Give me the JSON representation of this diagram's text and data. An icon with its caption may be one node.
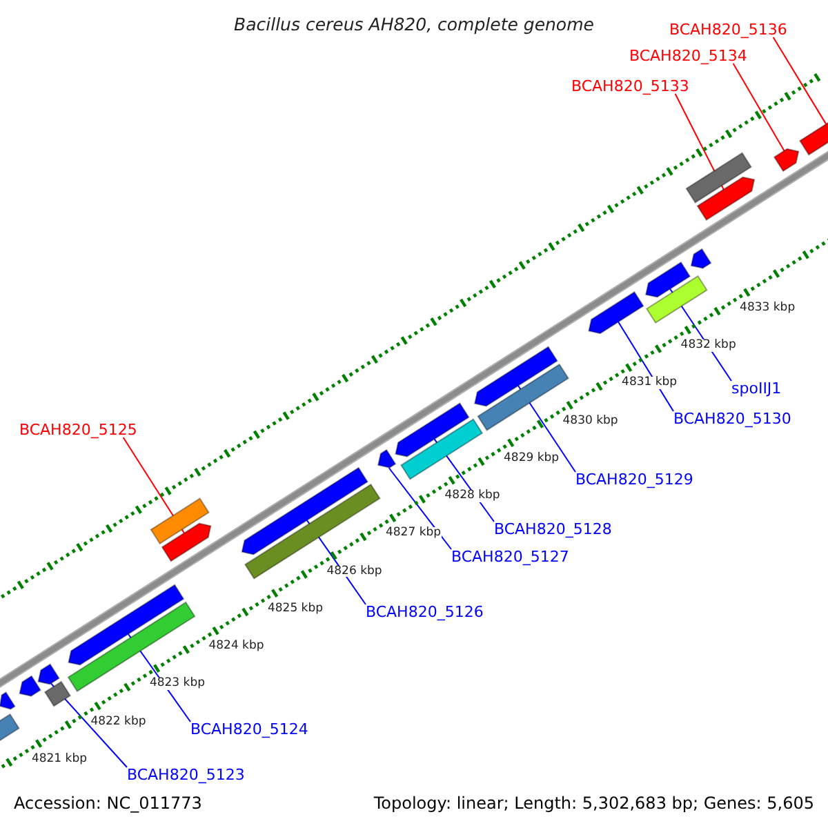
{
  "diagram": {
    "title": "Bacillus cereus AH820, complete genome",
    "nodes": [
      {
        "text": [
          "BCAH820_5136"
        ]
      },
      {
        "text": [
          "BCAH820_5134"
        ]
      },
      {
        "text": [
          "BCAH820_5133"
        ]
      },
      {
        "text": [
          "spoIIJ1"
        ]
      },
      {
        "text": [
          "BCAH820_5130"
        ]
      },
      {
        "text": [
          "BCAH820_5125"
        ]
      },
      {
        "text": [
          "BCAH820_5129"
        ]
      },
      {
        "text": [
          "BCAH820_5128"
        ]
      },
      {
        "text": [
          "BCAH820_5127"
        ]
      },
      {
        "text": [
          "BCAH820_5126"
        ]
      },
      {
        "text": [
          "BCAH820_5124"
        ]
      },
      {
        "text": [
          "BCAH820_5123"
        ]
      },
      {
        "text": [],
        "shape": "arrow"
      },
      {
        "text": [],
        "shape": "box"
      },
      {
        "text": [],
        "shape": "arrow"
      },
      {
        "text": [],
        "shape": "arrow"
      },
      {
        "text": [],
        "shape": "box"
      },
      {
        "text": [],
        "shape": "box"
      },
      {
        "text": [],
        "shape": "arrow"
      },
      {
        "text": [],
        "shape": "box"
      },
      {
        "text": [],
        "shape": "arrow"
      },
      {
        "text": [],
        "shape": "box"
      },
      {
        "text": [],
        "shape": "arrow"
      },
      {
        "text": [],
        "shape": "arrow"
      },
      {
        "text": [],
        "shape": "box"
      },
      {
        "text": [],
        "shape": "arrow"
      },
      {
        "text": [],
        "shape": "box"
      },
      {
        "text": [],
        "shape": "arrow"
      },
      {
        "text": [],
        "shape": "arrow"
      },
      {
        "text": [],
        "shape": "box"
      },
      {
        "text": [],
        "shape": "arrow"
      },
      {
        "text": [],
        "shape": "arrow"
      },
      {
        "text": [],
        "shape": "box"
      },
      {
        "text": [],
        "shape": "arrow"
      },
      {
        "text": [],
        "shape": "arrow"
      },
      {
        "text": [],
        "shape": "arrow"
      }
    ],
    "edges": [
      {
        "from": 0,
        "to": 35,
        "arrow": "none",
        "color": "#ff0000"
      },
      {
        "from": 1,
        "to": 34,
        "arrow": "none",
        "color": "#ff0000"
      },
      {
        "from": 2,
        "to": 33,
        "arrow": "none",
        "color": "#ff0000"
      },
      {
        "from": 3,
        "to": 30,
        "arrow": "none"
      },
      {
        "from": 4,
        "to": 28,
        "arrow": "none"
      },
      {
        "from": 5,
        "to": 20,
        "arrow": "none",
        "color": "#ff0000"
      },
      {
        "from": 6,
        "to": 27,
        "arrow": "none"
      },
      {
        "from": 7,
        "to": 25,
        "arrow": "none"
      },
      {
        "from": 8,
        "to": 23,
        "arrow": "none"
      },
      {
        "from": 9,
        "to": 22,
        "arrow": "none"
      },
      {
        "from": 10,
        "to": 18,
        "arrow": "none"
      },
      {
        "from": 11,
        "to": 15,
        "arrow": "none"
      }
    ],
    "labels": [
      "4833 kbp",
      "4832 kbp",
      "4831 kbp",
      "4830 kbp",
      "4829 kbp",
      "4828 kbp",
      "4827 kbp",
      "4826 kbp",
      "4825 kbp",
      "4824 kbp",
      "4823 kbp",
      "4822 kbp",
      "4821 kbp",
      "Accession: NC_011773",
      "Topology: linear; Length: 5,302,683 bp; Genes: 5,605"
    ]
  }
}
